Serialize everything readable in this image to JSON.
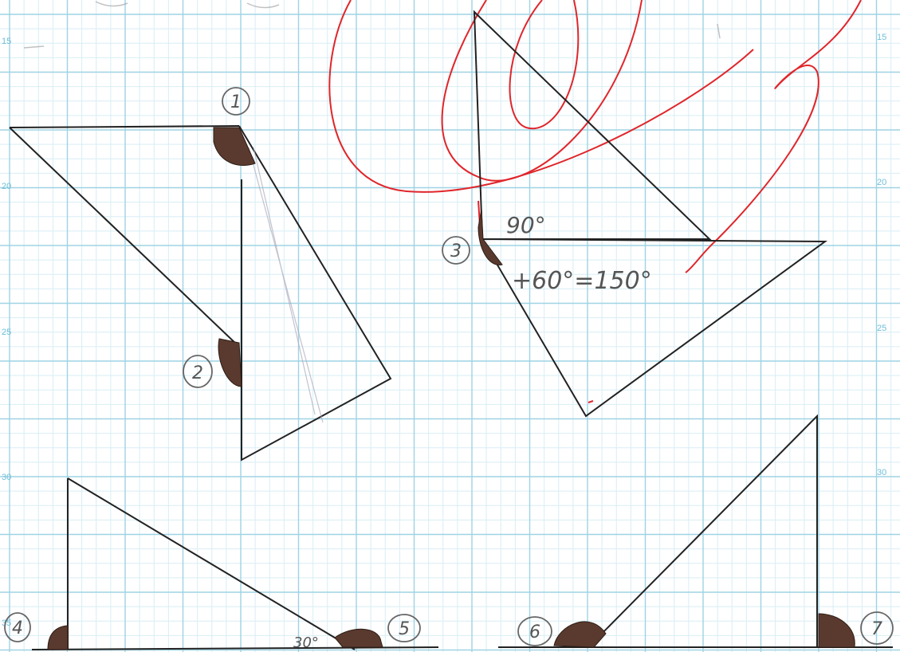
{
  "paper": {
    "grid_color": "#9fd3e3",
    "minor_grid_color": "#d8eef5",
    "margin_numbers_left": [
      "15",
      "20",
      "25",
      "30",
      "35"
    ],
    "margin_numbers_right": [
      "15",
      "20",
      "25",
      "30"
    ]
  },
  "labels": {
    "l1": "1",
    "l2": "2",
    "l3": "3",
    "l4": "4",
    "l5": "5",
    "l6": "6",
    "l7": "7"
  },
  "annotations": {
    "ninety": "90°",
    "sum": "+60°=150°",
    "thirty": "30°"
  },
  "colors": {
    "ink": "#222222",
    "shade": "#5a3a2e",
    "red_pen": "#e0262b",
    "pencil": "#666666"
  }
}
